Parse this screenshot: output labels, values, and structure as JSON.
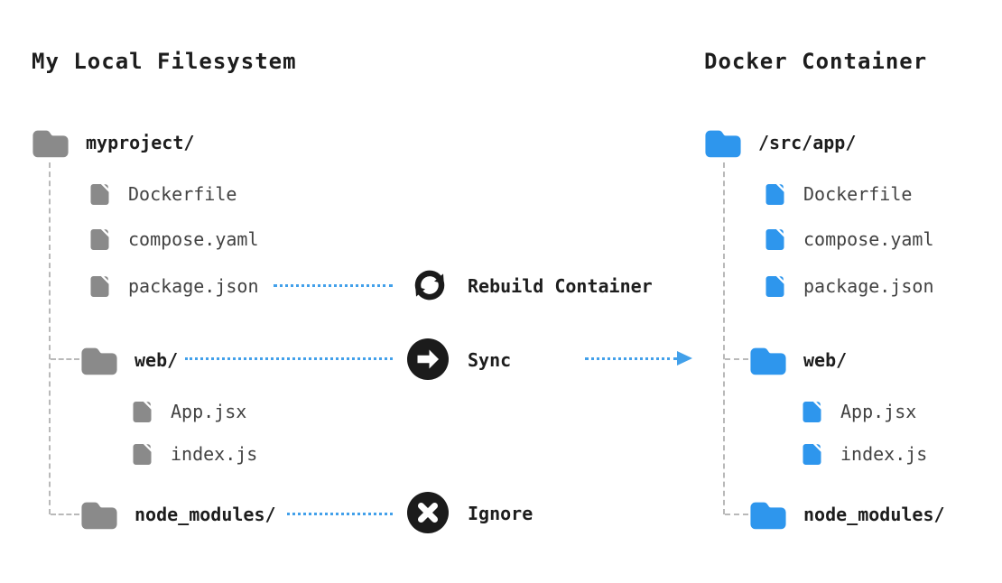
{
  "headings": {
    "left": "My Local Filesystem",
    "right": "Docker Container"
  },
  "left_tree": {
    "root": "myproject/",
    "files": [
      "Dockerfile",
      "compose.yaml",
      "package.json"
    ],
    "web_folder": "web/",
    "web_files": [
      "App.jsx",
      "index.js"
    ],
    "ignored_folder": "node_modules/"
  },
  "right_tree": {
    "root": "/src/app/",
    "files": [
      "Dockerfile",
      "compose.yaml",
      "package.json"
    ],
    "web_folder": "web/",
    "web_files": [
      "App.jsx",
      "index.js"
    ],
    "ignored_folder": "node_modules/"
  },
  "actions": {
    "rebuild": "Rebuild Container",
    "sync": "Sync",
    "ignore": "Ignore"
  },
  "icons": {
    "folder": "folder-icon",
    "file": "file-icon",
    "rebuild": "refresh-cycle-icon",
    "sync": "arrow-right-circle-icon",
    "ignore": "x-circle-icon"
  },
  "colors": {
    "local_icon_gray": "#8a8a8a",
    "docker_blue": "#2e96ed",
    "connector_blue": "#42a0ea",
    "tree_dash_gray": "#b9b9b9",
    "action_icon_black": "#1b1b1b",
    "heading_text": "#1d1d1d",
    "file_text": "#424242",
    "background": "#ffffff"
  }
}
